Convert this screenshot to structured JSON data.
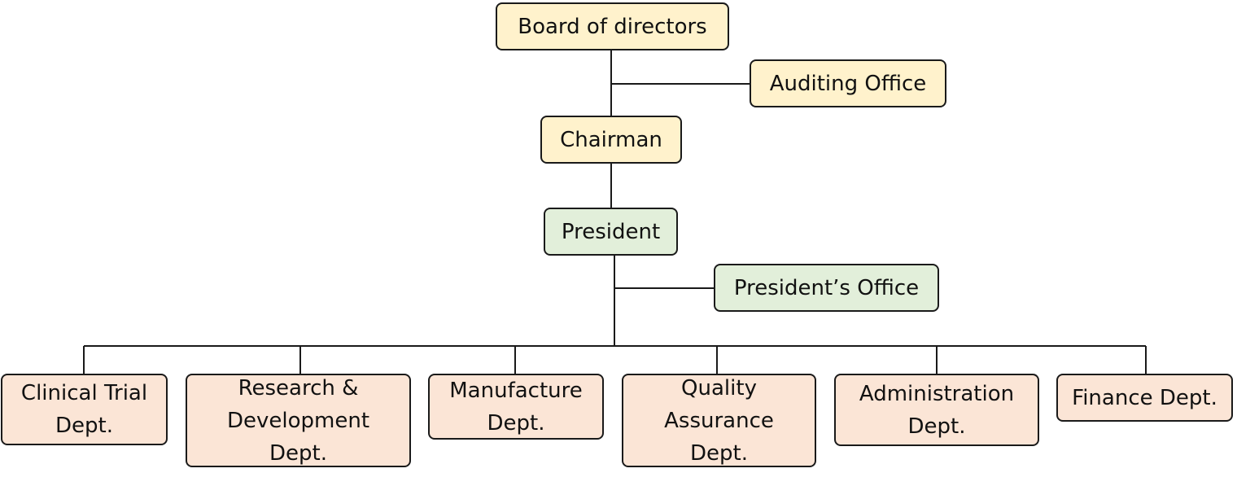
{
  "board": "Board of directors",
  "auditing_office": "Auditing Office",
  "chairman": "Chairman",
  "president": "President",
  "presidents_office": "President’s Office",
  "departments": {
    "clinical_trial": "Clinical Trial\nDept.",
    "research_development": "Research &\nDevelopment\nDept.",
    "manufacture": "Manufacture\nDept.",
    "quality_assurance": "Quality\nAssurance\nDept.",
    "administration": "Administration\nDept.",
    "finance": "Finance Dept."
  },
  "colors": {
    "executive_fill": "#fff2cc",
    "president_fill": "#e2efda",
    "department_fill": "#fbe5d6",
    "line": "#1a1a1a"
  }
}
